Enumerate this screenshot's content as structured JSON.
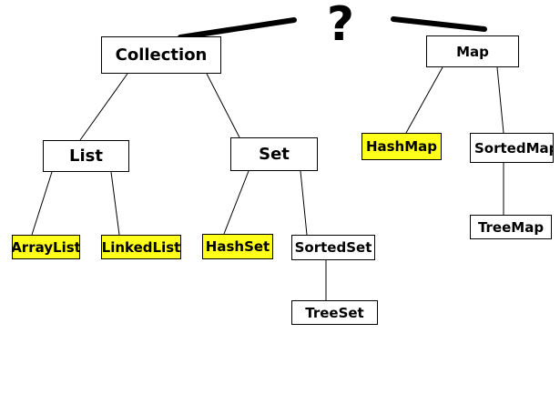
{
  "question_mark": "?",
  "highlight_color": "#ffff1a",
  "nodes": {
    "collection": {
      "label": "Collection",
      "highlighted": false
    },
    "list": {
      "label": "List",
      "highlighted": false
    },
    "set": {
      "label": "Set",
      "highlighted": false
    },
    "arraylist": {
      "label": "ArrayList",
      "highlighted": true
    },
    "linkedlist": {
      "label": "LinkedList",
      "highlighted": true
    },
    "hashset": {
      "label": "HashSet",
      "highlighted": true
    },
    "sortedset": {
      "label": "SortedSet",
      "highlighted": false
    },
    "treeset": {
      "label": "TreeSet",
      "highlighted": false
    },
    "map": {
      "label": "Map",
      "highlighted": false
    },
    "hashmap": {
      "label": "HashMap",
      "highlighted": true
    },
    "sortedmap": {
      "label": "SortedMap",
      "highlighted": false
    },
    "treemap": {
      "label": "TreeMap",
      "highlighted": false
    }
  },
  "edges": [
    [
      "collection",
      "list"
    ],
    [
      "collection",
      "set"
    ],
    [
      "list",
      "arraylist"
    ],
    [
      "list",
      "linkedlist"
    ],
    [
      "set",
      "hashset"
    ],
    [
      "set",
      "sortedset"
    ],
    [
      "sortedset",
      "treeset"
    ],
    [
      "map",
      "hashmap"
    ],
    [
      "map",
      "sortedmap"
    ],
    [
      "sortedmap",
      "treemap"
    ]
  ]
}
